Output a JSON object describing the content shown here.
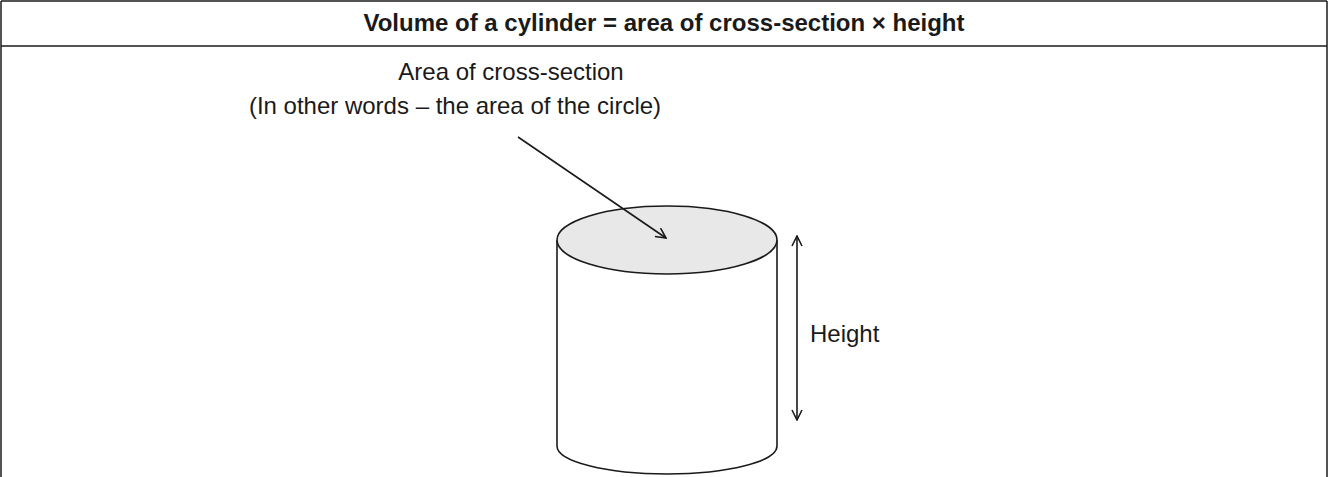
{
  "diagram": {
    "title": "Volume of a cylinder = area of cross-section × height",
    "labels": [
      "Area of cross-section",
      "(In other words – the area of the circle)",
      "Height"
    ]
  }
}
